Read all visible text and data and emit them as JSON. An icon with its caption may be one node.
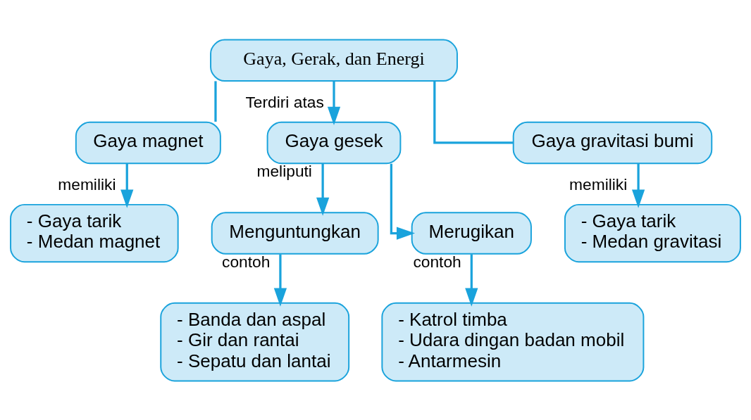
{
  "diagram": {
    "nodes": [
      {
        "text": [
          "Gaya, Gerak, dan Energi"
        ]
      },
      {
        "text": [
          "Gaya magnet"
        ]
      },
      {
        "text": [
          "Gaya gesek"
        ]
      },
      {
        "text": [
          "Gaya gravitasi bumi"
        ]
      },
      {
        "text": [
          "- Gaya tarik",
          "- Medan magnet"
        ]
      },
      {
        "text": [
          "Menguntungkan"
        ]
      },
      {
        "text": [
          "Merugikan"
        ]
      },
      {
        "text": [
          "- Gaya tarik",
          "- Medan gravitasi"
        ]
      },
      {
        "text": [
          "- Banda dan aspal",
          "- Gir dan rantai",
          "- Sepatu dan lantai"
        ]
      },
      {
        "text": [
          "- Katrol timba",
          "- Udara dingan badan mobil",
          "- Antarmesin"
        ]
      }
    ],
    "edges": [
      {
        "from": 0,
        "to": 1,
        "arrow": "none"
      },
      {
        "from": 0,
        "to": 2,
        "arrow": "to",
        "label": "Terdiri atas"
      },
      {
        "from": 0,
        "to": 3,
        "arrow": "none"
      },
      {
        "from": 1,
        "to": 4,
        "arrow": "to",
        "label": "memiliki"
      },
      {
        "from": 2,
        "to": 5,
        "arrow": "to",
        "label": "meliputi"
      },
      {
        "from": 2,
        "to": 6,
        "arrow": "to"
      },
      {
        "from": 3,
        "to": 7,
        "arrow": "to",
        "label": "memiliki"
      },
      {
        "from": 5,
        "to": 8,
        "arrow": "to",
        "label": "contoh"
      },
      {
        "from": 6,
        "to": 9,
        "arrow": "to",
        "label": "contoh"
      }
    ]
  }
}
